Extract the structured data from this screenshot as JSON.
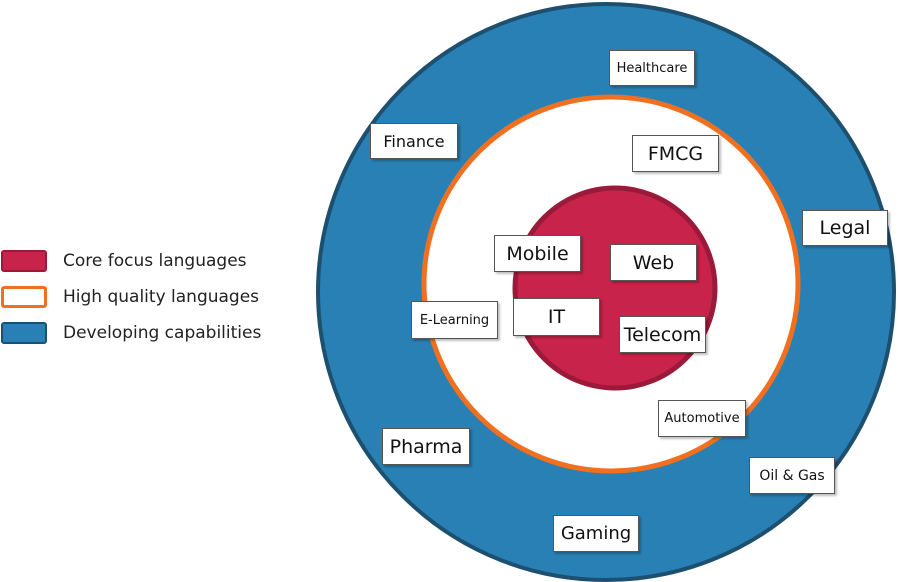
{
  "colors": {
    "core_fill": "#c8234a",
    "core_stroke": "#9b1a39",
    "high_quality_stroke": "#f07020",
    "developing_fill": "#2980b5",
    "developing_stroke": "#1d4f6e"
  },
  "legend": [
    {
      "label": "Core focus languages"
    },
    {
      "label": "High quality languages"
    },
    {
      "label": "Developing capabilities"
    }
  ],
  "rings": {
    "developing": [
      "Healthcare",
      "Finance",
      "Legal",
      "Pharma",
      "Oil & Gas",
      "Gaming"
    ],
    "high_quality": [
      "FMCG",
      "E-Learning",
      "Automotive"
    ],
    "core": [
      "Mobile",
      "Web",
      "IT",
      "Telecom"
    ]
  }
}
